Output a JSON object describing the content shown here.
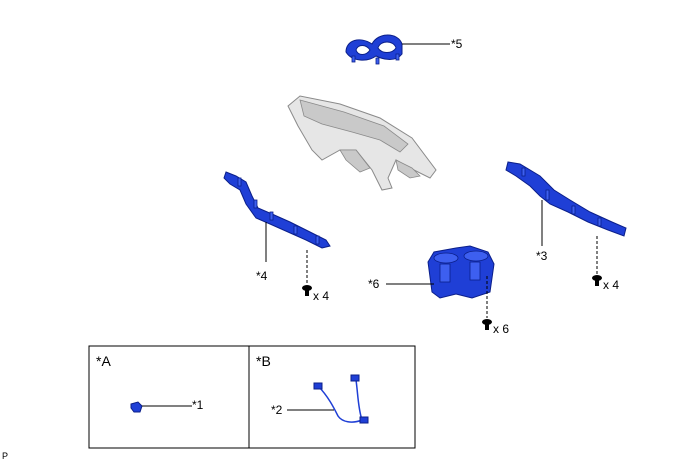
{
  "labels": {
    "part1": "*1",
    "part2": "*2",
    "part3": "*3",
    "part4": "*4",
    "part5": "*5",
    "part6": "*6",
    "legendA": "*A",
    "legendB": "*B",
    "qty_left": "x 4",
    "qty_right": "x 4",
    "qty_center": "x 6",
    "corner_code": "P"
  },
  "colors": {
    "part_blue": "#1f3fd6",
    "part_gray": "#e6e6e6",
    "line": "#000000"
  }
}
